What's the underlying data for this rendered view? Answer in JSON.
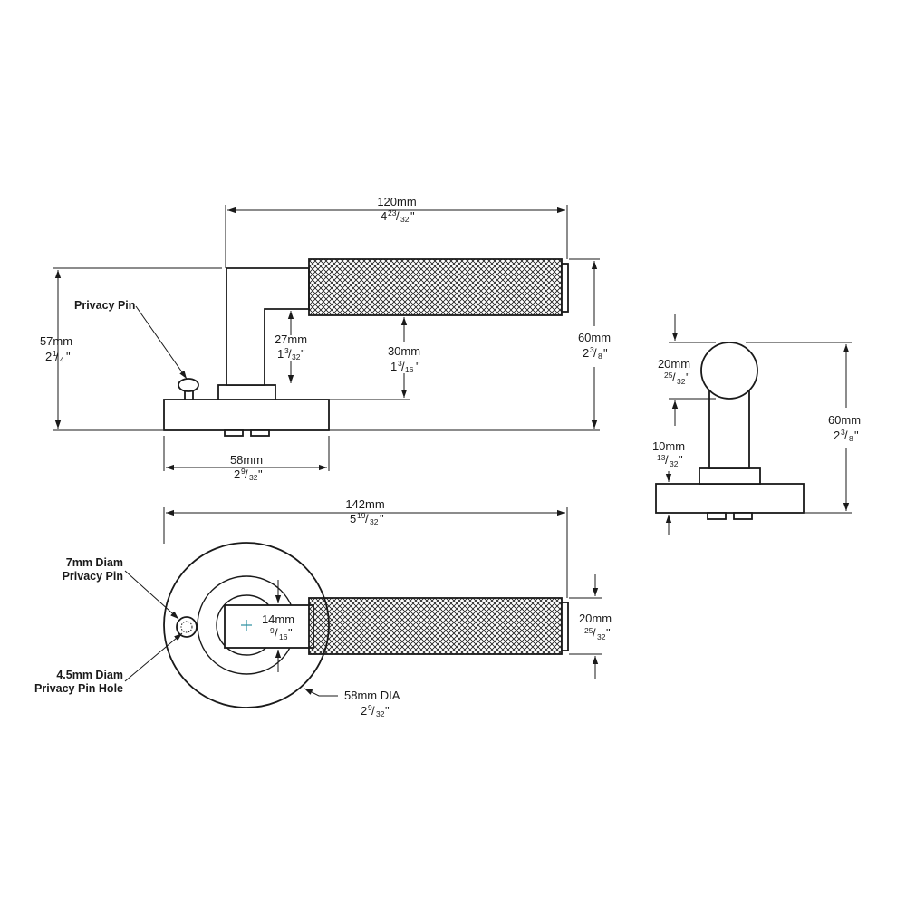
{
  "dims": {
    "width_120": {
      "mm": "120mm",
      "whole": "4",
      "num": "23",
      "den": "32",
      "mark": "\""
    },
    "height_57": {
      "mm": "57mm",
      "whole": "2",
      "num": "1",
      "den": "4",
      "mark": "\""
    },
    "height_27": {
      "mm": "27mm",
      "whole": "1",
      "num": "3",
      "den": "32",
      "mark": "\""
    },
    "height_30": {
      "mm": "30mm",
      "whole": "1",
      "num": "3",
      "den": "16",
      "mark": "\""
    },
    "height_60_side": {
      "mm": "60mm",
      "whole": "2",
      "num": "3",
      "den": "8",
      "mark": "\""
    },
    "rose_58": {
      "mm": "58mm",
      "whole": "2",
      "num": "9",
      "den": "32",
      "mark": "\""
    },
    "width_142": {
      "mm": "142mm",
      "whole": "5",
      "num": "19",
      "den": "32",
      "mark": "\""
    },
    "spindle_14": {
      "mm": "14mm",
      "whole": "",
      "num": "9",
      "den": "16",
      "mark": "\""
    },
    "lever_20": {
      "mm": "20mm",
      "whole": "",
      "num": "25",
      "den": "32",
      "mark": "\""
    },
    "rose_dia": {
      "mm": "58mm DIA",
      "whole": "2",
      "num": "9",
      "den": "32",
      "mark": "\""
    },
    "end_20": {
      "mm": "20mm",
      "whole": "",
      "num": "25",
      "den": "32",
      "mark": "\""
    },
    "end_10": {
      "mm": "10mm",
      "whole": "",
      "num": "13",
      "den": "32",
      "mark": "\""
    },
    "end_60": {
      "mm": "60mm",
      "whole": "2",
      "num": "3",
      "den": "8",
      "mark": "\""
    }
  },
  "callouts": {
    "privacy_pin": "Privacy Pin",
    "pin_diam_line1": "7mm Diam",
    "pin_diam_line2": "Privacy Pin",
    "pin_hole_line1": "4.5mm Diam",
    "pin_hole_line2": "Privacy Pin Hole"
  },
  "colors": {
    "line": "#1a1a1a",
    "center_mark": "#2a8fa0"
  }
}
